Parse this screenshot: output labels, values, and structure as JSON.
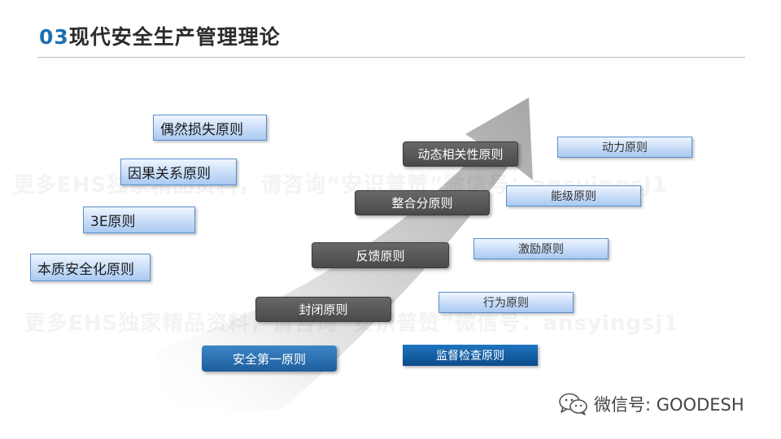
{
  "title": {
    "number": "03",
    "text": "现代安全生产管理理论"
  },
  "watermark": {
    "line1": "更多EHS独家精品资料，请咨询“安识普赞”微信号：ansyingsj1",
    "line2": "更多EHS独家精品资料，请咨询“安识普赞”微信号：ansyingsj1"
  },
  "left_principles": [
    "偶然损失原则",
    "因果关系原则",
    "3E原则",
    "本质安全化原则"
  ],
  "center_principles": [
    "动态相关性原则",
    "整合分原则",
    "反馈原则",
    "封闭原则",
    "安全第一原则"
  ],
  "right_principles": [
    "动力原则",
    "能级原则",
    "激励原则",
    "行为原则",
    "监督检查原则"
  ],
  "footer": {
    "wechat_label": "微信号: GOODESH"
  },
  "colors": {
    "accent": "#1f6fb2",
    "light_box": "#a9c9f2",
    "dark_box": "#555555",
    "blue_box": "#2e74b5"
  },
  "icons": {
    "wechat": "wechat-icon"
  }
}
